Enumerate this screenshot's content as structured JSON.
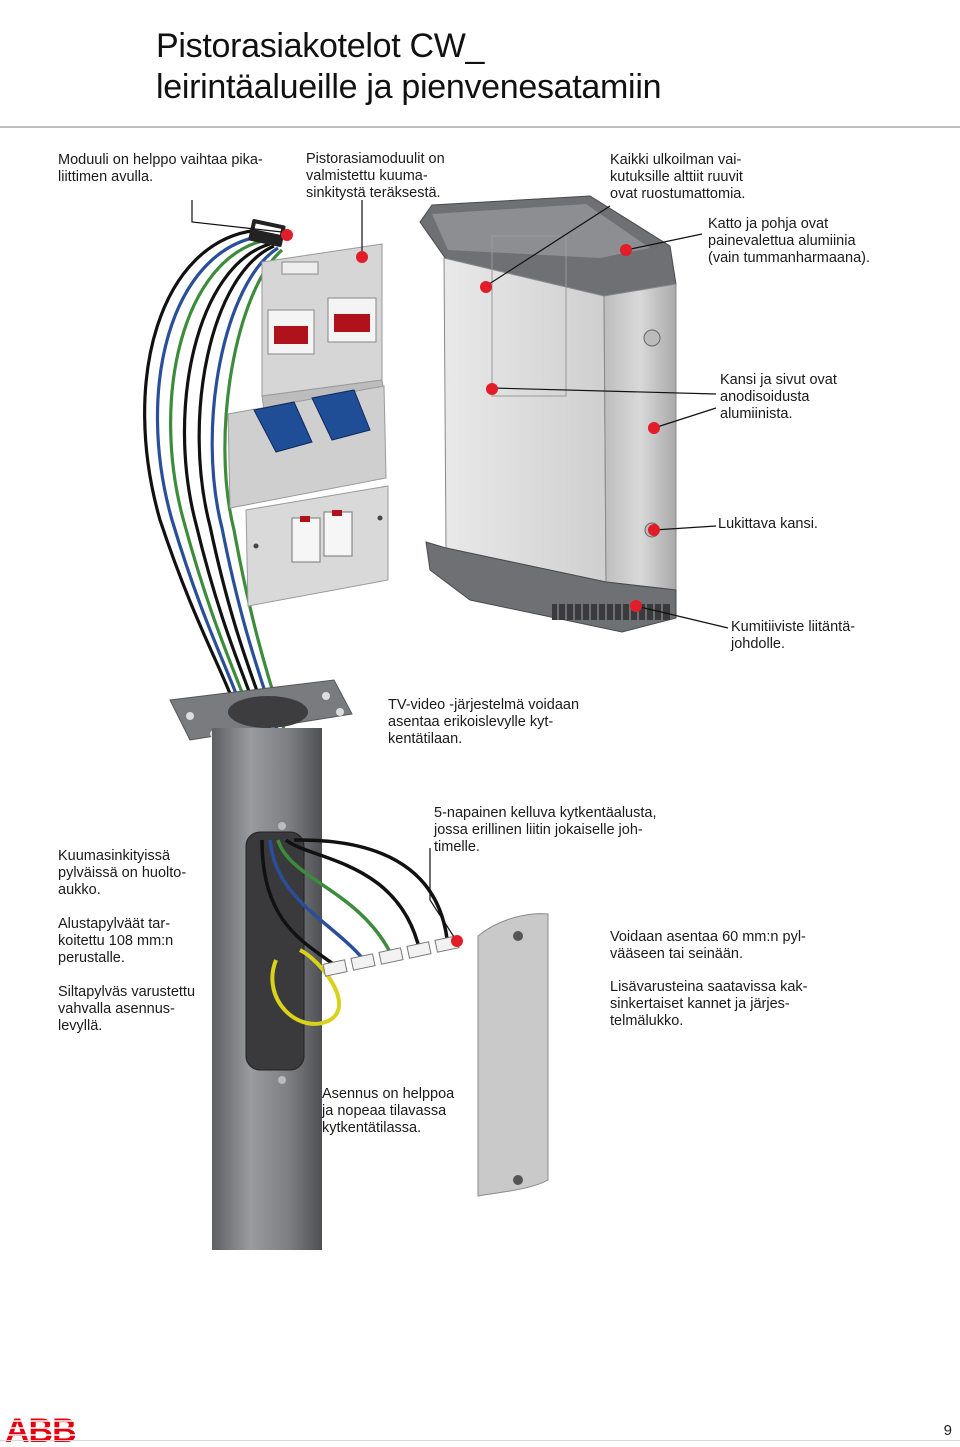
{
  "title": {
    "line1": "Pistorasiakotelot CW_",
    "line2": "leirintäalueille ja pienvenesatamiin"
  },
  "notes": {
    "module": "Moduuli on helppo vaihtaa pika-\nliittimen avulla.",
    "modules_steel": "Pistorasiamoduulit on\nvalmistettu kuuma-\nsinkitystä teräksestä.",
    "screws": "Kaikki ulkoilman vai-\nkutuksille alttiit ruuvit\novat ruostumattomia.",
    "roof": "Katto ja pohja ovat\npainevalettua alumiinia\n(vain tummanharmaana).",
    "cover_sides": "Kansi ja sivut ovat\nanodisoidusta\nalumiinista.",
    "lockable": "Lukittava kansi.",
    "gland": "Kumitiiviste liitäntä-\njohdolle.",
    "tv_video": "TV-video -järjestelmä voidaan\nasentaa erikoislevylle kyt-\nkentätilaan.",
    "terminal": "5-napainen kelluva kytkentäalusta,\njossa erillinen liitin jokaiselle joh-\ntimelle.",
    "galvanized": "Kuumasinkityissä\npylväissä on huolto-\naukko.",
    "base_post": "Alustapylväät tar-\nkoitettu 108 mm:n\nperustalle.",
    "bridge_post": "Siltapylväs varustettu\nvahvalla asennus-\nlevyllä.",
    "wall_mount": "Voidaan asentaa 60 mm:n pyl-\nvääseen tai seinään.",
    "double_cover": "Lisävarusteina saatavissa kak-\nsinkertaiset kannet ja järjes-\ntelmälukko.",
    "install": "Asennus on helppoa\nja nopeaa tilavassa\nkytkentätilassa."
  },
  "footer": {
    "page_number": "9",
    "logo_text": "ABB"
  },
  "colors": {
    "marker": "#e11d2a",
    "steel": "#d4d4d4",
    "enclosure_dark": "#6f7073",
    "pole": "#8a8b8e",
    "socket_blue": "#1f4e96",
    "indicator_red": "#b0121c",
    "wire_blue": "#2a4f9a",
    "wire_green": "#3c8c3c",
    "wire_black": "#111111",
    "wire_yellow": "#d8d21a",
    "logo_red": "#e3000f"
  }
}
